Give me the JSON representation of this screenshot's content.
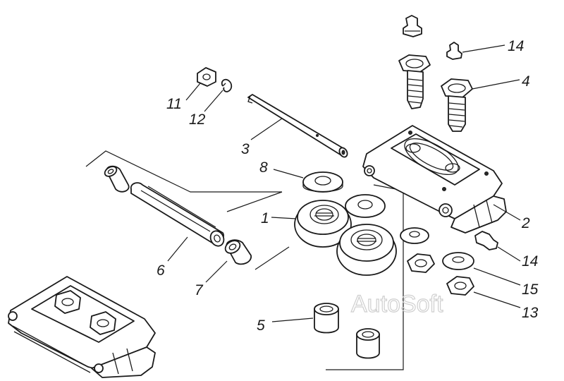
{
  "watermark": "AutoSoft",
  "callouts": [
    {
      "id": "c1",
      "label": "1"
    },
    {
      "id": "c2",
      "label": "2"
    },
    {
      "id": "c3",
      "label": "3"
    },
    {
      "id": "c4",
      "label": "4"
    },
    {
      "id": "c5",
      "label": "5"
    },
    {
      "id": "c6",
      "label": "6"
    },
    {
      "id": "c7",
      "label": "7"
    },
    {
      "id": "c8",
      "label": "8"
    },
    {
      "id": "c11",
      "label": "11"
    },
    {
      "id": "c12",
      "label": "12"
    },
    {
      "id": "c13",
      "label": "13"
    },
    {
      "id": "c14a",
      "label": "14"
    },
    {
      "id": "c14b",
      "label": "14"
    },
    {
      "id": "c15",
      "label": "15"
    }
  ]
}
